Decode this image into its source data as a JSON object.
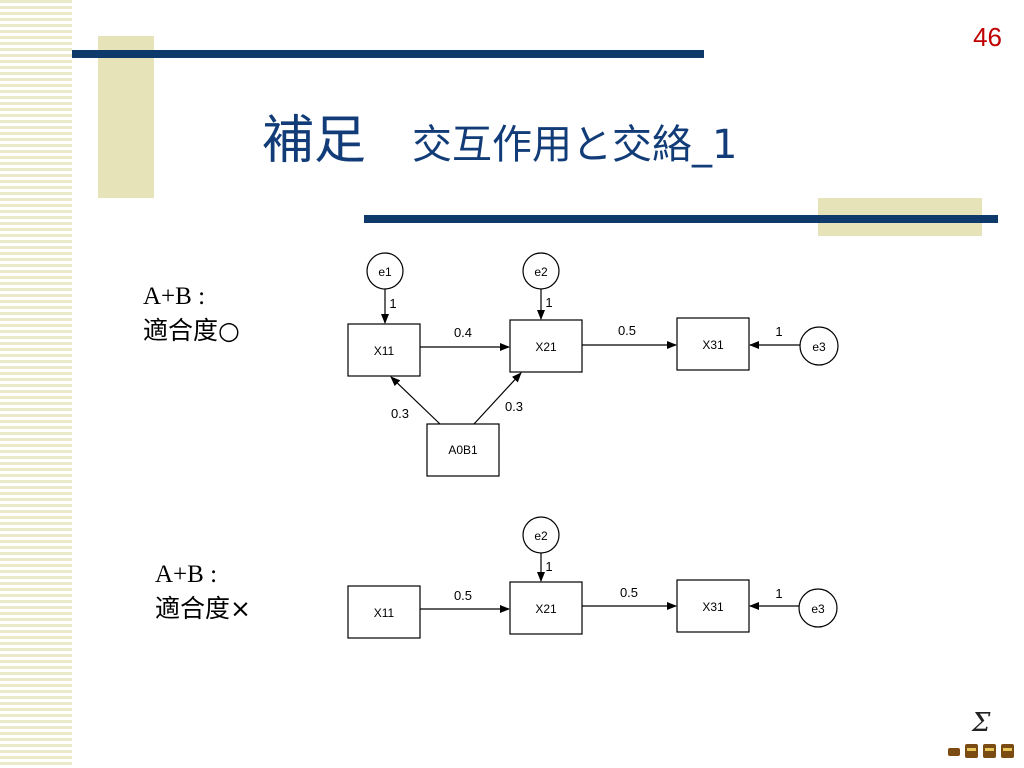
{
  "page_number": "46",
  "title": {
    "main": "補足",
    "sub": "交互作用と交絡_1"
  },
  "case1": {
    "label_line1": "A+B :",
    "label_line2": "適合度○"
  },
  "case2": {
    "label_line1": "A+B :",
    "label_line2": "適合度×"
  },
  "diagram1": {
    "nodes": {
      "e1": "e1",
      "e2": "e2",
      "e3": "e3",
      "x11": "X11",
      "x21": "X21",
      "x31": "X31",
      "a0b1": "A0B1"
    },
    "edges": {
      "e1_x11": "1",
      "e2_x21": "1",
      "e3_x31": "1",
      "x11_x21": "0.4",
      "x21_x31": "0.5",
      "a0b1_x11": "0.3",
      "a0b1_x21": "0.3"
    }
  },
  "diagram2": {
    "nodes": {
      "e2": "e2",
      "e3": "e3",
      "x11": "X11",
      "x21": "X21",
      "x31": "X31"
    },
    "edges": {
      "e2_x21": "1",
      "e3_x31": "1",
      "x11_x21": "0.5",
      "x21_x31": "0.5"
    }
  },
  "footer": {
    "sigma": "Σ"
  },
  "colors": {
    "bar": "#0d3a6b",
    "accent_block": "#e6e3b8",
    "title": "#123c78",
    "page_number": "#c00000"
  }
}
